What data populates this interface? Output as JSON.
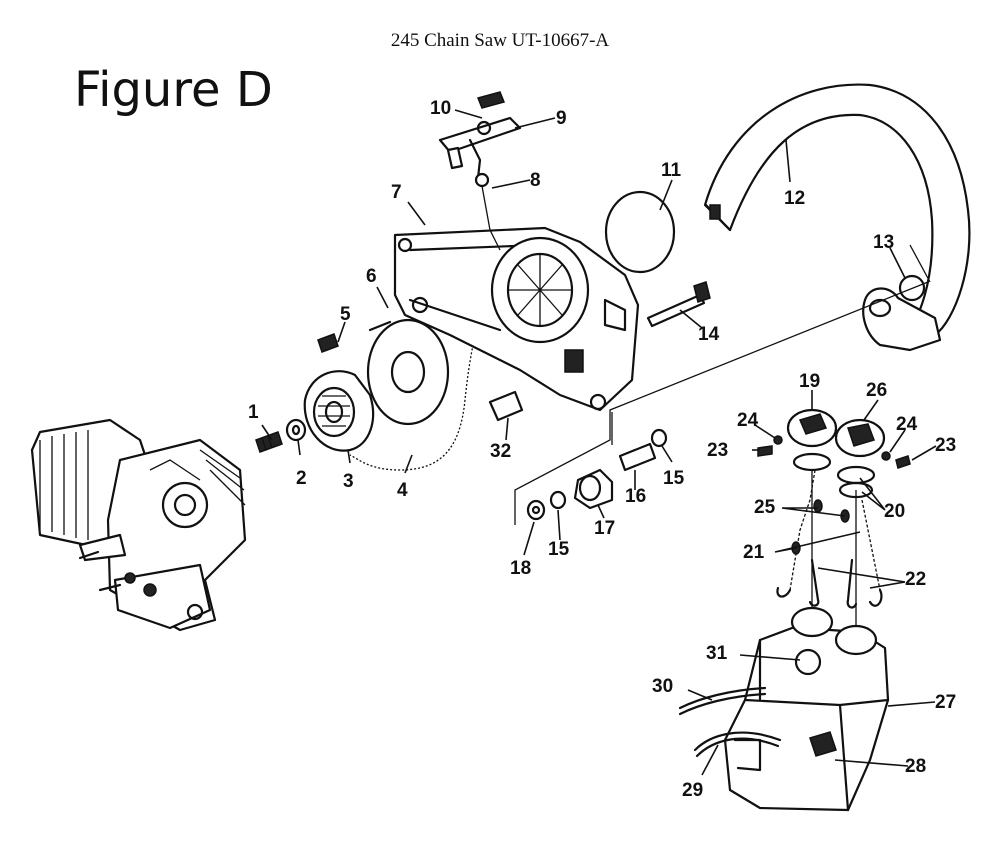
{
  "header": {
    "title": "245 Chain Saw UT-10667-A"
  },
  "figure": {
    "label": "Figure D"
  },
  "callouts": [
    {
      "id": "1",
      "text": "1"
    },
    {
      "id": "2",
      "text": "2"
    },
    {
      "id": "3",
      "text": "3"
    },
    {
      "id": "4",
      "text": "4"
    },
    {
      "id": "5",
      "text": "5"
    },
    {
      "id": "6",
      "text": "6"
    },
    {
      "id": "7",
      "text": "7"
    },
    {
      "id": "8",
      "text": "8"
    },
    {
      "id": "9",
      "text": "9"
    },
    {
      "id": "10",
      "text": "10"
    },
    {
      "id": "11",
      "text": "11"
    },
    {
      "id": "12",
      "text": "12"
    },
    {
      "id": "13",
      "text": "13"
    },
    {
      "id": "14",
      "text": "14"
    },
    {
      "id": "15a",
      "text": "15"
    },
    {
      "id": "15b",
      "text": "15"
    },
    {
      "id": "16",
      "text": "16"
    },
    {
      "id": "17",
      "text": "17"
    },
    {
      "id": "18",
      "text": "18"
    },
    {
      "id": "19",
      "text": "19"
    },
    {
      "id": "20",
      "text": "20"
    },
    {
      "id": "21",
      "text": "21"
    },
    {
      "id": "22",
      "text": "22"
    },
    {
      "id": "23a",
      "text": "23"
    },
    {
      "id": "23b",
      "text": "23"
    },
    {
      "id": "24a",
      "text": "24"
    },
    {
      "id": "24b",
      "text": "24"
    },
    {
      "id": "25",
      "text": "25"
    },
    {
      "id": "26",
      "text": "26"
    },
    {
      "id": "27",
      "text": "27"
    },
    {
      "id": "28",
      "text": "28"
    },
    {
      "id": "29",
      "text": "29"
    },
    {
      "id": "30",
      "text": "30"
    },
    {
      "id": "31",
      "text": "31"
    },
    {
      "id": "32",
      "text": "32"
    }
  ]
}
